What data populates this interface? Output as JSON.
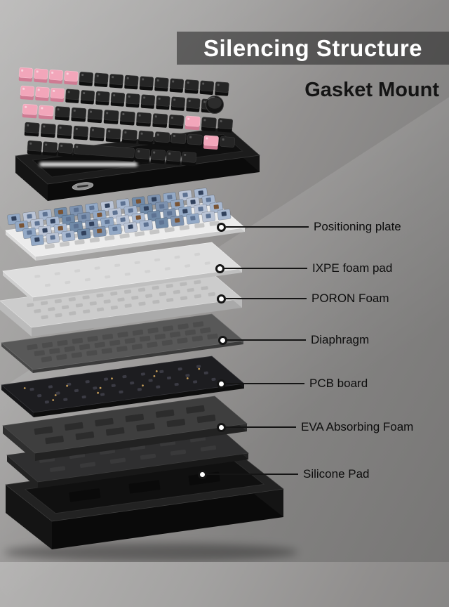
{
  "header": {
    "title": "Silencing Structure",
    "subtitle": "Gasket Mount"
  },
  "callouts": [
    {
      "label": "Positioning plate"
    },
    {
      "label": "IXPE foam pad"
    },
    {
      "label": "PORON Foam"
    },
    {
      "label": "Diaphragm"
    },
    {
      "label": "PCB board"
    },
    {
      "label": "EVA Absorbing Foam"
    },
    {
      "label": "Silicone Pad"
    }
  ],
  "colors": {
    "background_light": "#b4b3b2",
    "background_dark": "#777675",
    "banner_bg": "rgba(44,44,44,0.60)",
    "banner_text": "#ffffff",
    "subtitle_text": "#141414",
    "callout_text": "#0d0d0d",
    "accent_pink": "#f2a6ba",
    "accent_pink_dark": "#cf7b93",
    "case_black": "#1c1c1c",
    "plate_white": "#ececec",
    "switch_blue": "#93a9c6",
    "switch_brown": "#7a5434"
  }
}
